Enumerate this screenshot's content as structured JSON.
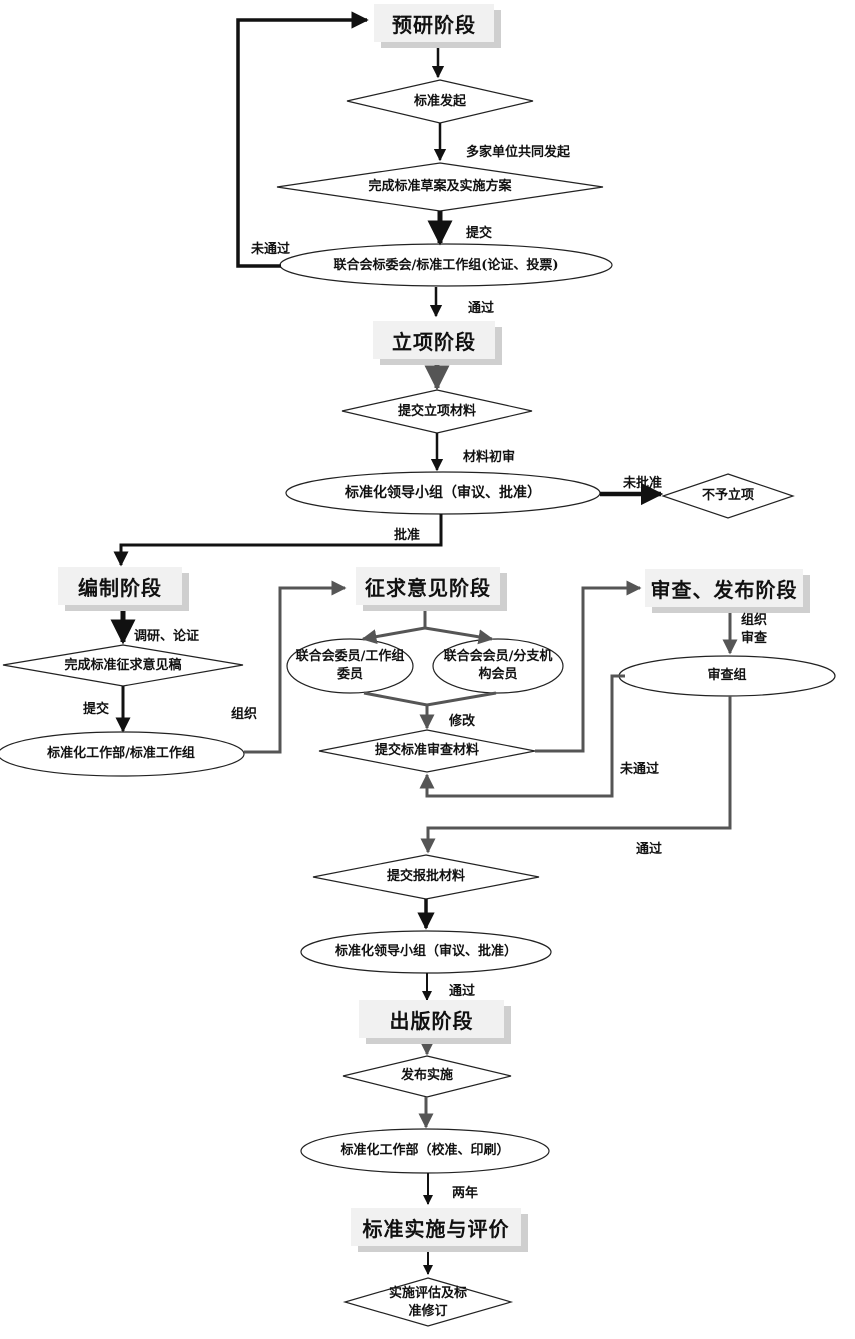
{
  "stages": {
    "preresearch": "预研阶段",
    "project": "立项阶段",
    "drafting": "编制阶段",
    "consultation": "征求意见阶段",
    "review": "审查、发布阶段",
    "publish": "出版阶段",
    "implementation": "标准实施与评价"
  },
  "nodes": {
    "standard_initiate": "标准发起",
    "complete_draft": "完成标准草案及实施方案",
    "joint_committee": "联合会标委会/标准工作组(论证、投票)",
    "submit_project": "提交立项材料",
    "leading_group_1": "标准化领导小组（审议、批准）",
    "not_approved_project": "不予立项",
    "complete_consult_draft": "完成标准征求意见稿",
    "std_dept_group": "标准化工作部/标准工作组",
    "committee_members": "联合会委员/工作组委员",
    "member_branches": "联合会会员/分支机构会员",
    "submit_review": "提交标准审查材料",
    "review_group": "审查组",
    "submit_approval": "提交报批材料",
    "leading_group_2": "标准化领导小组（审议、批准）",
    "publish_implement": "发布实施",
    "std_dept_print": "标准化工作部（校准、印刷）",
    "evaluate_revise": "实施评估及标准修订"
  },
  "labels": {
    "multi_units": "多家单位共同发起",
    "submit_1": "提交",
    "not_passed_1": "未通过",
    "passed_1": "通过",
    "material_check": "材料初审",
    "not_approve": "未批准",
    "approve": "批准",
    "research_demo": "调研、论证",
    "submit_2": "提交",
    "organize_1": "组织",
    "revise": "修改",
    "organize_review": "组织审查",
    "not_passed_2": "未通过",
    "passed_2": "通过",
    "passed_3": "通过",
    "two_years": "两年"
  }
}
